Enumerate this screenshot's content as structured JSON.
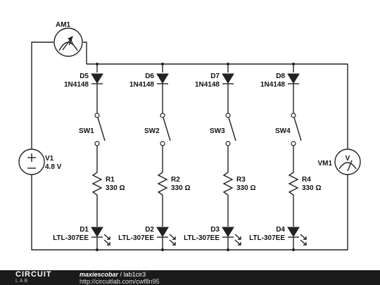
{
  "circuit": {
    "ammeter": {
      "ref": "AM1",
      "symbol": "A"
    },
    "voltmeter": {
      "ref": "VM1",
      "symbol": "V"
    },
    "source": {
      "ref": "V1",
      "value": "4.8 V"
    },
    "branches": [
      {
        "diode_ref": "D5",
        "diode_part": "1N4148",
        "switch_ref": "SW1",
        "resistor_ref": "R1",
        "resistor_value": "330 Ω",
        "led_ref": "D1",
        "led_part": "LTL-307EE"
      },
      {
        "diode_ref": "D6",
        "diode_part": "1N4148",
        "switch_ref": "SW2",
        "resistor_ref": "R2",
        "resistor_value": "330 Ω",
        "led_ref": "D2",
        "led_part": "LTL-307EE"
      },
      {
        "diode_ref": "D7",
        "diode_part": "1N4148",
        "switch_ref": "SW3",
        "resistor_ref": "R3",
        "resistor_value": "330 Ω",
        "led_ref": "D3",
        "led_part": "LTL-307EE"
      },
      {
        "diode_ref": "D8",
        "diode_part": "1N4148",
        "switch_ref": "SW4",
        "resistor_ref": "R4",
        "resistor_value": "330 Ω",
        "led_ref": "D4",
        "led_part": "LTL-307EE"
      }
    ]
  },
  "footer": {
    "logo_top": "CIRCUIT",
    "logo_bottom": "LAB",
    "user": "maxiescobar",
    "separator": " / ",
    "circuit_name": "lab1cir3",
    "url": "http://circuitlab.com/cwf8n95"
  }
}
